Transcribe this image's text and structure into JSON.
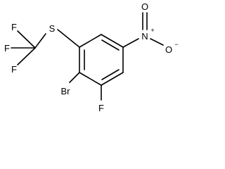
{
  "molecule": {
    "atoms": {
      "f1": "F",
      "f2": "F",
      "f3": "F",
      "s": "S",
      "br": "Br",
      "f_ring": "F",
      "n": "N",
      "n_charge": "+",
      "o_right": "O",
      "o_right_charge": "−",
      "o_top": "O"
    },
    "colors": {
      "ink": "#000000",
      "background": "#ffffff"
    }
  }
}
